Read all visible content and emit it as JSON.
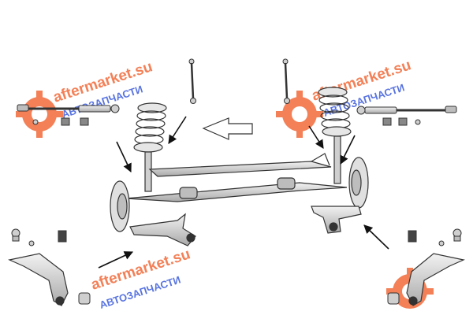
{
  "watermarks": [
    {
      "brand": "aftermarket.su",
      "subtitle": "АВТОЗАПЧАСТИ"
    },
    {
      "brand": "aftermarket.su",
      "subtitle": "АВТОЗАПЧАСТИ"
    },
    {
      "brand": "aftermarket.su",
      "subtitle": "АВТОЗАПЧАСТИ"
    }
  ],
  "colors": {
    "brand_orange": "#f26b3a",
    "brand_blue": "#3b5bdb",
    "part_fill": "#d7d7d7",
    "part_stroke": "#333333",
    "arrow": "#111111"
  }
}
